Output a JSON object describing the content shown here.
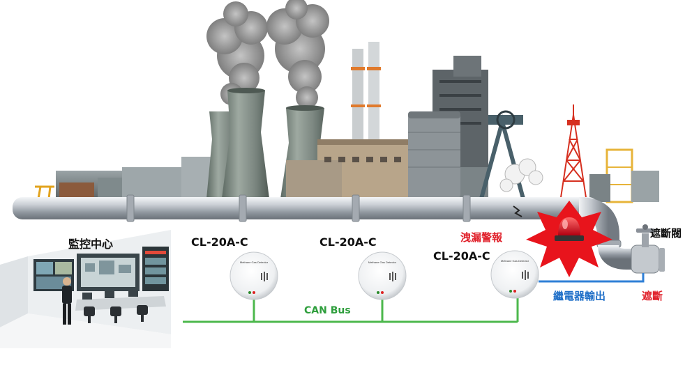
{
  "labels": {
    "monitor_center": "監控中心",
    "device_1": "CL-20A-C",
    "device_2": "CL-20A-C",
    "device_3": "CL-20A-C",
    "leak_alarm": "洩漏警報",
    "relay_output": "繼電器輸出",
    "shutoff": "遮斷",
    "shutoff_valve": "遮斷閥",
    "bus": "CAN Bus"
  },
  "colors": {
    "bus_line": "#4cb84c",
    "relay_line": "#2f7fd6",
    "alarm_text": "#e0202a",
    "relay_text": "#1f6fc8",
    "burst": "#e8141c"
  },
  "icons": {
    "detector": "gas-detector-icon",
    "alarm": "alarm-beacon-icon",
    "valve": "shutoff-valve-icon"
  }
}
